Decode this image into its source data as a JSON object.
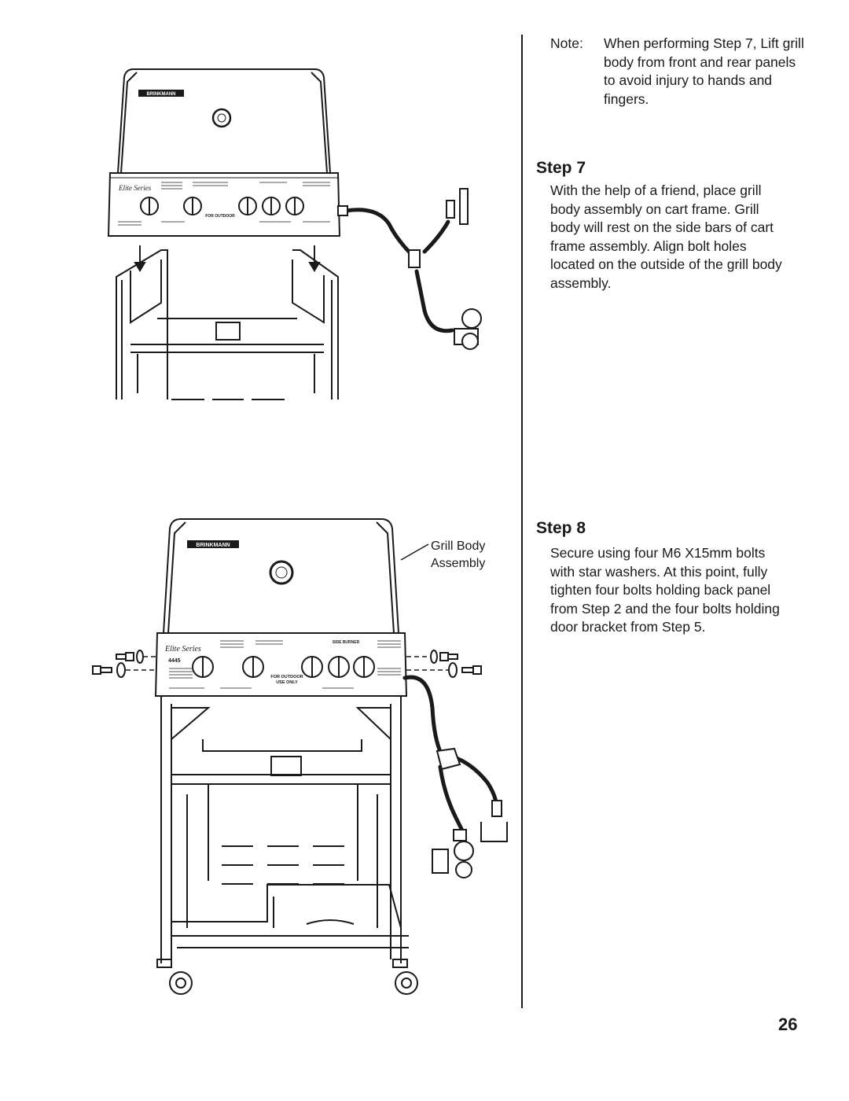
{
  "note": {
    "label": "Note:",
    "text": "When performing Step 7, Lift grill body from front and rear panels to avoid injury to hands and fingers."
  },
  "step7": {
    "heading": "Step 7",
    "body": "With the help of a friend, place grill body assembly on cart frame. Grill body will rest on the side bars of cart frame assembly. Align bolt holes located on the outside of the grill body assembly."
  },
  "step8": {
    "heading": "Step 8",
    "body": "Secure using four M6 X15mm bolts with star washers. At this point, fully tighten four bolts holding back panel from Step 2 and the four bolts holding door bracket from Step 5."
  },
  "callout": {
    "line1": "Grill Body",
    "line2": "Assembly"
  },
  "brand": "BRINKMANN",
  "panel": {
    "series": "Elite Series",
    "model": "4445",
    "outdoor_line1": "FOR OUTDOOR",
    "outdoor_line2": "USE ONLY",
    "burner_label": "SIDE BURNER"
  },
  "page_number": "26"
}
